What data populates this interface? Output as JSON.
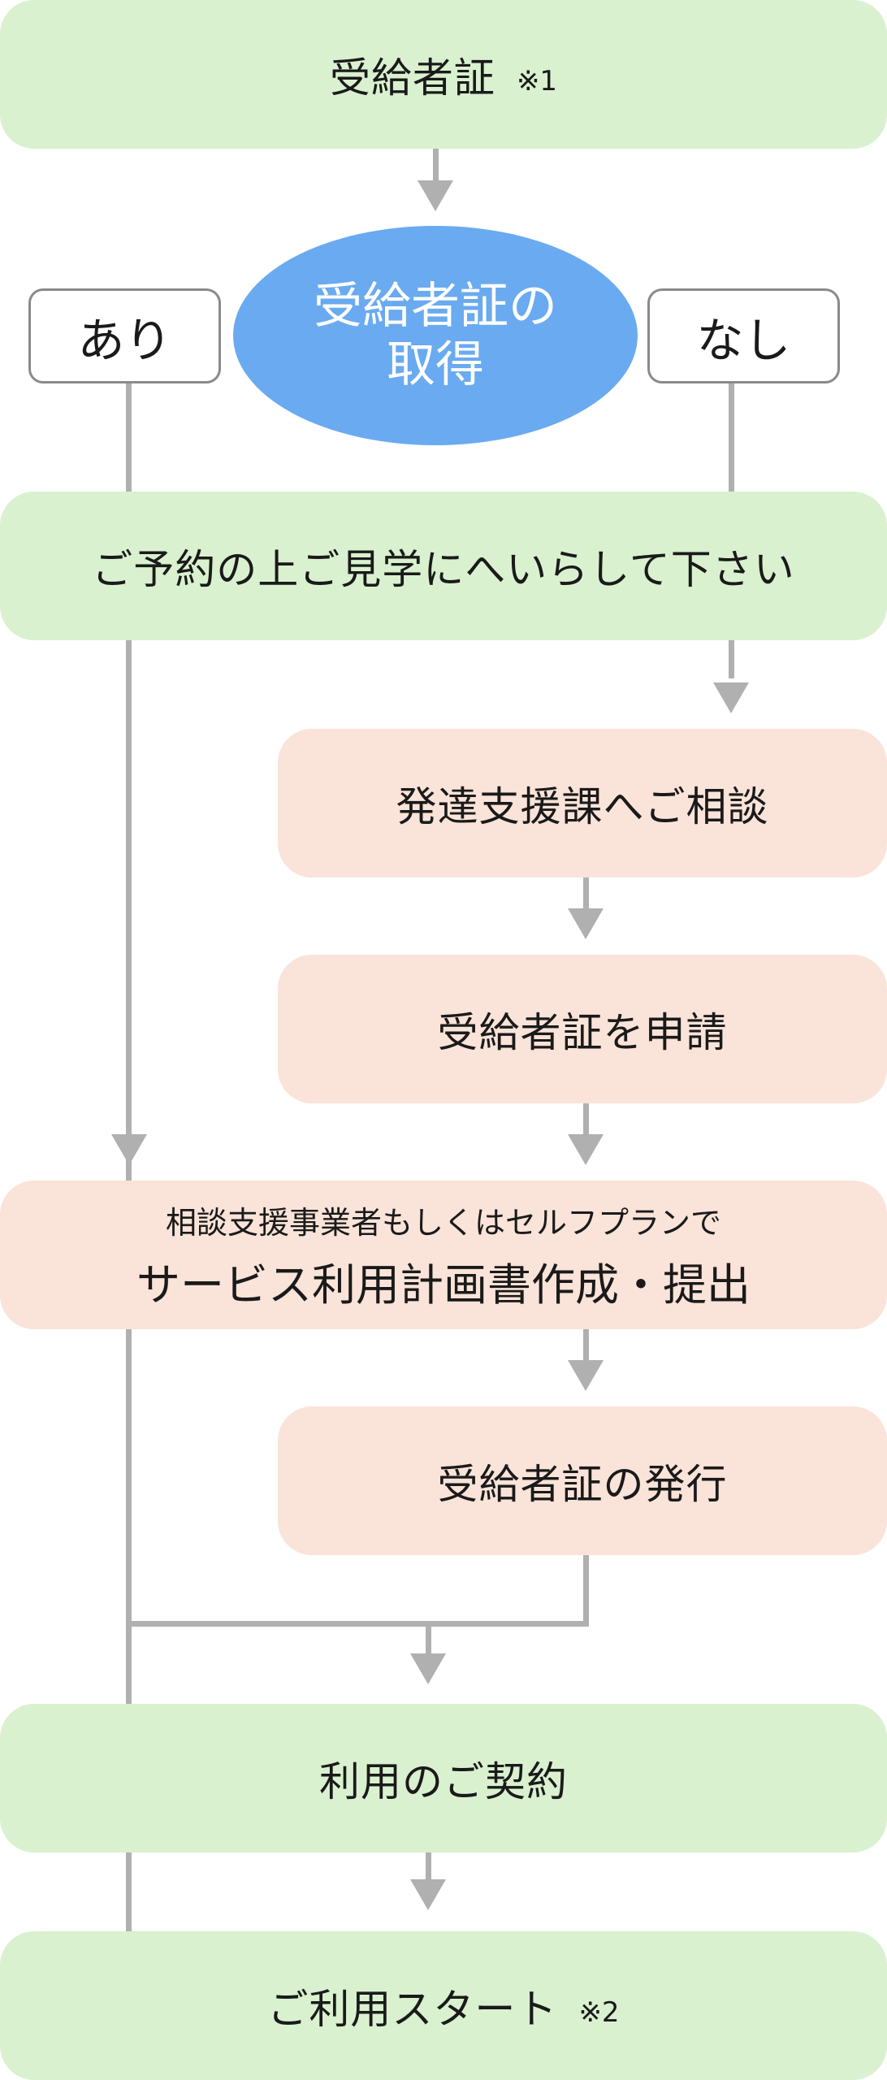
{
  "top_box": {
    "label": "受給者証",
    "note": "※1"
  },
  "question": {
    "line1": "受給者証の",
    "line2": "取得"
  },
  "branch_yes": "あり",
  "branch_no": "なし",
  "visit_box": {
    "label": "ご予約の上ご見学にへいらして下さい"
  },
  "consult_box": {
    "label": "発達支援課へご相談"
  },
  "apply_box": {
    "label": "受給者証を申請"
  },
  "plan_box": {
    "small": "相談支援事業者もしくはセルフプランで",
    "big": "サービス利用計画書作成・提出"
  },
  "issue_box": {
    "label": "受給者証の発行"
  },
  "contract_box": {
    "label": "利用のご契約"
  },
  "start_box": {
    "label": "ご利用スタート",
    "note": "※2"
  },
  "colors": {
    "green_box": "#d9f1cf",
    "peach_box": "#fae3d8",
    "ellipse": "#6aaaf0",
    "connector": "#b0b0b0",
    "tag_border": "#8a8a8a"
  }
}
